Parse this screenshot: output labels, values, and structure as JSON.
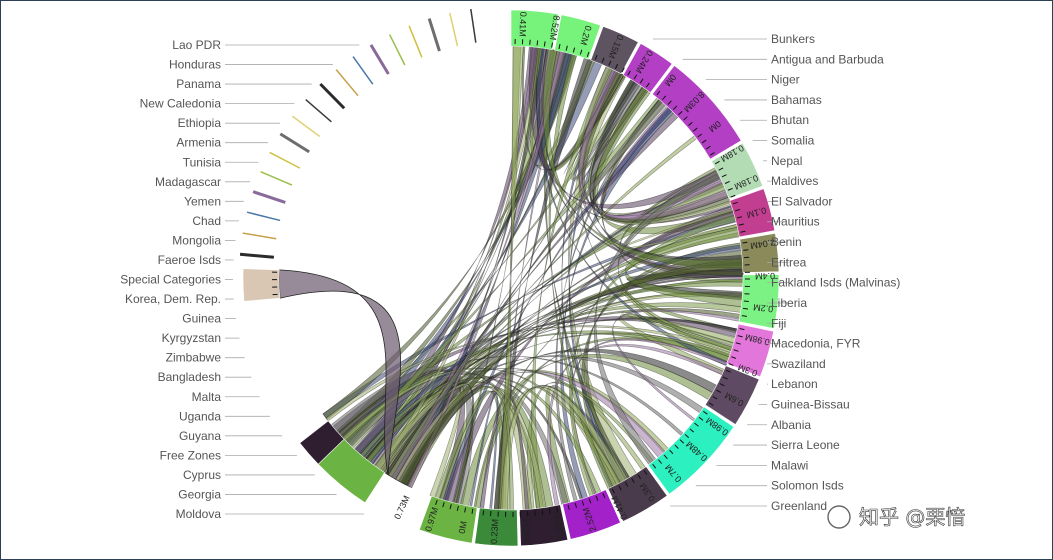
{
  "chart_data": {
    "type": "chord",
    "unit_suffix": "M",
    "left_labels": [
      "Lao PDR",
      "Honduras",
      "Panama",
      "New Caledonia",
      "Ethiopia",
      "Armenia",
      "Tunisia",
      "Madagascar",
      "Yemen",
      "Chad",
      "Mongolia",
      "Faeroe Isds",
      "Special Categories",
      "Korea, Dem. Rep.",
      "Guinea",
      "Kyrgyzstan",
      "Zimbabwe",
      "Bangladesh",
      "Malta",
      "Uganda",
      "Guyana",
      "Free Zones",
      "Cyprus",
      "Georgia",
      "Moldova"
    ],
    "right_labels": [
      "Bunkers",
      "Antigua and Barbuda",
      "Niger",
      "Bahamas",
      "Bhutan",
      "Somalia",
      "Nepal",
      "Maldives",
      "El Salvador",
      "Mauritius",
      "Benin",
      "Eritrea",
      "Falkland Isds (Malvinas)",
      "Liberia",
      "Fiji",
      "Macedonia, FYR",
      "Swaziland",
      "Lebanon",
      "Guinea-Bissau",
      "Albania",
      "Sierra Leone",
      "Malawi",
      "Solomon Isds",
      "Greenland"
    ],
    "arcs": [
      {
        "name": "Bunkers",
        "color": "#77f27a",
        "value": 0.41
      },
      {
        "name": "Antigua and Barbuda",
        "color": "#77f27a",
        "value": 0.24
      },
      {
        "name": "Niger",
        "color": "#5e5361",
        "value": 0.2
      },
      {
        "name": "Nepal",
        "color": "#b23fc4",
        "value": 0.18
      },
      {
        "name": "Benin",
        "color": "#b23fc4",
        "value": 3.04
      },
      {
        "name": "Falkland Isds (Malvinas)",
        "color": "#b3dcb4",
        "value": 0.4
      },
      {
        "name": "Fiji",
        "color": "#c23e91",
        "value": 0.3
      },
      {
        "name": "Macedonia, FYR",
        "color": "#8a8a5a",
        "value": 0.2
      },
      {
        "name": "Lebanon",
        "color": "#7cf285",
        "value": 0.6
      },
      {
        "name": "Albania",
        "color": "#e376db",
        "value": 0.4
      },
      {
        "name": "Malawi",
        "color": "#5e4a62",
        "value": 0.5
      },
      {
        "name": "Solomon Isds",
        "color": "#2df0c0",
        "value": 2.52
      },
      {
        "name": "Greenland",
        "color": "#4a3b4c",
        "value": 0.5
      },
      {
        "name": "Cyprus",
        "color": "#a321c9",
        "value": 0.55
      },
      {
        "name": "Georgia",
        "color": "#2e1e30",
        "value": 0.4
      },
      {
        "name": "Moldova",
        "color": "#3a8a3a",
        "value": 0.3
      },
      {
        "name": "Bangladesh",
        "color": "#6bb443",
        "value": 0.6
      },
      {
        "name": "Special Categories",
        "color": "#d9c6b3",
        "value": 0.97
      }
    ],
    "tick_labels": [
      "0.41M",
      "8.52M",
      "0.2M",
      "0.15M",
      "0.24M",
      "0M",
      "8.03M",
      "0M",
      "0.18M",
      "0.18M",
      "0.1M",
      "3.04M",
      "0.4M",
      "0.2M",
      "0.98M",
      "0.3M",
      "0.6M",
      "0.98M",
      "0.48M",
      "0.7M",
      "0.3M",
      "0.41M",
      "2.52M",
      "0.36M",
      "0.52M",
      "0.23M",
      "0M",
      "0.97M",
      "0.73M"
    ],
    "watermark": "知乎 @栗愔"
  }
}
